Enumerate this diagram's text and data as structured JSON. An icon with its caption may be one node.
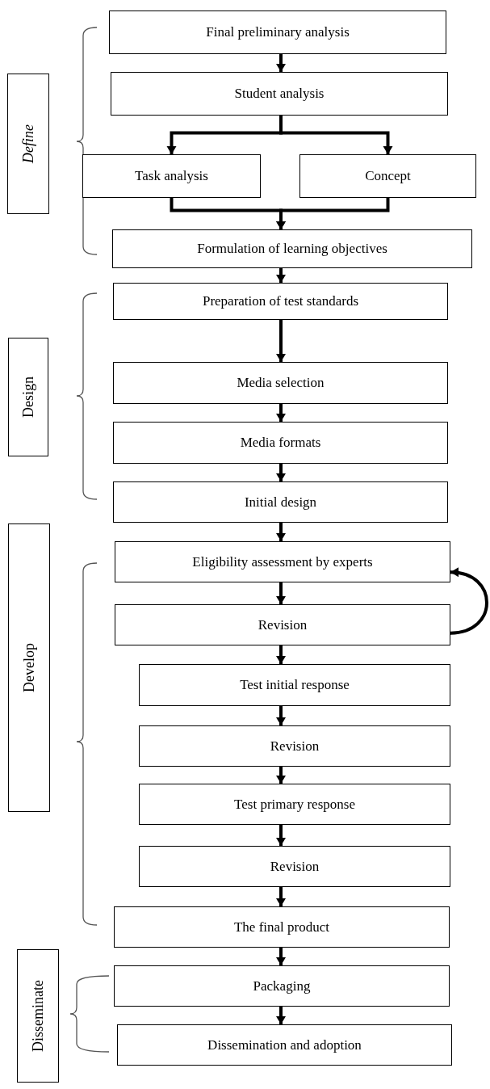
{
  "diagram": {
    "nodes": [
      {
        "text": [
          "Final preliminary analysis"
        ]
      },
      {
        "text": [
          "Student analysis"
        ]
      },
      {
        "text": [
          "Task analysis"
        ]
      },
      {
        "text": [
          "Concept"
        ]
      },
      {
        "text": [
          "Formulation of learning objectives"
        ]
      },
      {
        "text": [
          "Preparation of test standards"
        ]
      },
      {
        "text": [
          "Media selection"
        ]
      },
      {
        "text": [
          "Media formats"
        ]
      },
      {
        "text": [
          "Initial design"
        ]
      },
      {
        "text": [
          "Eligibility assessment by experts"
        ]
      },
      {
        "text": [
          "Revision"
        ]
      },
      {
        "text": [
          "Test initial response"
        ]
      },
      {
        "text": [
          "Revision"
        ]
      },
      {
        "text": [
          "Test primary response"
        ]
      },
      {
        "text": [
          "Revision"
        ]
      },
      {
        "text": [
          "The final product"
        ]
      },
      {
        "text": [
          "Packaging"
        ]
      },
      {
        "text": [
          "Dissemination and adoption"
        ]
      },
      {
        "text": [
          "Define"
        ]
      },
      {
        "text": [
          "Design"
        ]
      },
      {
        "text": [
          "Develop"
        ]
      },
      {
        "text": [
          "Disseminate"
        ]
      }
    ],
    "edges": [
      {
        "from": 0,
        "to": 1,
        "arrow": "to"
      },
      {
        "from": 1,
        "to": 2,
        "arrow": "to"
      },
      {
        "from": 1,
        "to": 3,
        "arrow": "to"
      },
      {
        "from": 2,
        "to": 4,
        "arrow": "to"
      },
      {
        "from": 3,
        "to": 4,
        "arrow": "to"
      },
      {
        "from": 4,
        "to": 5,
        "arrow": "to"
      },
      {
        "from": 5,
        "to": 6,
        "arrow": "to"
      },
      {
        "from": 6,
        "to": 7,
        "arrow": "to"
      },
      {
        "from": 7,
        "to": 8,
        "arrow": "to"
      },
      {
        "from": 8,
        "to": 9,
        "arrow": "to"
      },
      {
        "from": 9,
        "to": 10,
        "arrow": "to"
      },
      {
        "from": 10,
        "to": 9,
        "arrow": "to"
      },
      {
        "from": 10,
        "to": 11,
        "arrow": "to"
      },
      {
        "from": 11,
        "to": 12,
        "arrow": "to"
      },
      {
        "from": 12,
        "to": 13,
        "arrow": "to"
      },
      {
        "from": 13,
        "to": 14,
        "arrow": "to"
      },
      {
        "from": 14,
        "to": 15,
        "arrow": "to"
      },
      {
        "from": 15,
        "to": 16,
        "arrow": "to"
      },
      {
        "from": 16,
        "to": 17,
        "arrow": "to"
      }
    ]
  }
}
